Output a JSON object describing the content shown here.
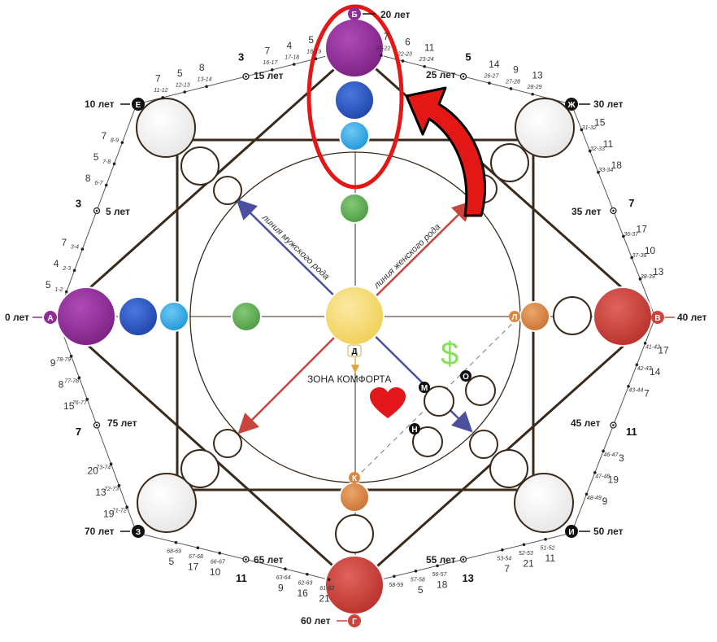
{
  "center_labels": {
    "male_line": "линия мужского рода",
    "female_line": "линия женского рода",
    "comfort_zone": "ЗОНА КОМФОРТА",
    "dollar": "$"
  },
  "colors": {
    "purple": "#8e2d96",
    "blue": "#2f59c8",
    "light_blue": "#3aaee8",
    "green": "#5fae52",
    "yellow": "#f6dc78",
    "red": "#d0423c",
    "orange": "#db8742",
    "grey_circle": "#f3f3f3",
    "frame": "#3a2a1c",
    "highlight": "#e41717"
  },
  "point_letters": {
    "A": "А",
    "B": "Б",
    "V": "В",
    "G": "Г",
    "D": "Д",
    "E": "Е",
    "Zh": "Ж",
    "Z": "З",
    "I": "И",
    "K": "К",
    "L": "Л",
    "M": "М",
    "N": "Н",
    "O": "О"
  },
  "age_labels": {
    "a0": "0 лет",
    "a5": "5 лет",
    "a10": "10 лет",
    "a15": "15 лет",
    "a20": "20 лет",
    "a25": "25 лет",
    "a30": "30 лет",
    "a35": "35 лет",
    "a40": "40 лет",
    "a45": "45 лет",
    "a50": "50 лет",
    "a55": "55 лет",
    "a60": "60 лет",
    "a65": "65 лет",
    "a70": "70 лет",
    "a75": "75 лет"
  },
  "edge_values": {
    "seg_0_5": {
      "ranges": [
        "1-2",
        "2-3",
        "3-4",
        "6-7",
        "7-8",
        "8-9"
      ],
      "numbers": [
        "5",
        "4",
        "7",
        "8",
        "5",
        "7"
      ],
      "bold": "3"
    },
    "seg_10_20": {
      "ranges": [
        "11-12",
        "12-13",
        "13-14",
        "16-17",
        "17-18",
        "18-19"
      ],
      "numbers": [
        "7",
        "5",
        "8",
        "7",
        "4",
        "5"
      ],
      "bold": "3"
    },
    "seg_20_30": {
      "ranges": [
        "21-22",
        "22-23",
        "23-24",
        "26-27",
        "27-28",
        "28-29"
      ],
      "numbers": [
        "7",
        "6",
        "11",
        "14",
        "9",
        "13"
      ],
      "bold": "5"
    },
    "seg_30_40": {
      "ranges": [
        "31-32",
        "32-33",
        "33-34",
        "36-37",
        "37-38",
        "38-39"
      ],
      "numbers": [
        "15",
        "11",
        "18",
        "17",
        "10",
        "13"
      ],
      "bold": "7"
    },
    "seg_40_50": {
      "ranges": [
        "41-42",
        "42-43",
        "43-44",
        "46-47",
        "47-48",
        "48-49"
      ],
      "numbers": [
        "17",
        "14",
        "7",
        "3",
        "19",
        "9"
      ],
      "bold": "11"
    },
    "seg_50_60": {
      "ranges": [
        "51-52",
        "52-53",
        "53-54",
        "56-57",
        "57-58",
        "58-59"
      ],
      "numbers": [
        "11",
        "21",
        "7",
        "18",
        "5"
      ],
      "bold": "13"
    },
    "seg_60_70": {
      "ranges": [
        "61-62",
        "62-63",
        "63-64",
        "66-67",
        "67-68",
        "68-69"
      ],
      "numbers": [
        "21",
        "16",
        "9",
        "10",
        "17",
        "5"
      ],
      "bold": "11"
    },
    "seg_70_80": {
      "ranges": [
        "71-72",
        "72-73",
        "73-74",
        "76-77",
        "77-78",
        "78-79"
      ],
      "numbers": [
        "19",
        "13",
        "20",
        "15",
        "8",
        "9"
      ],
      "bold": "7"
    }
  }
}
